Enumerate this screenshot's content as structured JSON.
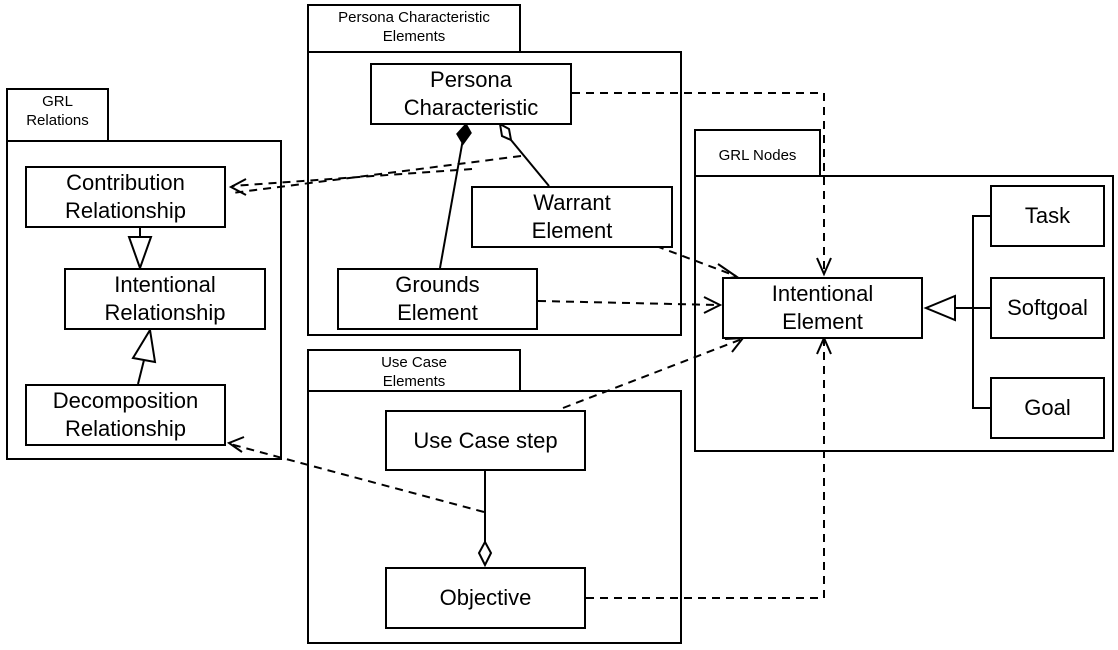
{
  "packages": {
    "grl_relations": "GRL\nRelations",
    "persona_elements": "Persona Characteristic\nElements",
    "use_case_elements": "Use Case\nElements",
    "grl_nodes": "GRL Nodes"
  },
  "nodes": {
    "contribution": "Contribution\nRelationship",
    "intentional_relationship": "Intentional\nRelationship",
    "decomposition": "Decomposition\nRelationship",
    "persona_characteristic": "Persona\nCharacteristic",
    "warrant": "Warrant\nElement",
    "grounds": "Grounds\nElement",
    "use_case_step": "Use Case step",
    "objective": "Objective",
    "intentional_element": "Intentional\nElement",
    "task": "Task",
    "softgoal": "Softgoal",
    "goal": "Goal"
  },
  "relationships": [
    {
      "from": "persona_characteristic",
      "to": "intentional_element",
      "kind": "dependency"
    },
    {
      "from": "persona_characteristic",
      "to": "contribution",
      "kind": "dependency"
    },
    {
      "from": "warrant",
      "to": "contribution",
      "kind": "dependency"
    },
    {
      "from": "warrant",
      "to": "intentional_element",
      "kind": "dependency"
    },
    {
      "from": "grounds",
      "to": "intentional_element",
      "kind": "dependency"
    },
    {
      "from": "use_case_step",
      "to": "intentional_element",
      "kind": "dependency"
    },
    {
      "from": "objective",
      "to": "intentional_element",
      "kind": "dependency"
    },
    {
      "from": "objective",
      "to": "decomposition",
      "kind": "dependency"
    },
    {
      "from": "contribution",
      "to": "intentional_relationship",
      "kind": "generalization"
    },
    {
      "from": "decomposition",
      "to": "intentional_relationship",
      "kind": "generalization"
    },
    {
      "from": "task",
      "to": "intentional_element",
      "kind": "generalization"
    },
    {
      "from": "softgoal",
      "to": "intentional_element",
      "kind": "generalization"
    },
    {
      "from": "goal",
      "to": "intentional_element",
      "kind": "generalization"
    },
    {
      "from": "persona_characteristic",
      "to": "grounds",
      "kind": "composition"
    },
    {
      "from": "persona_characteristic",
      "to": "warrant",
      "kind": "aggregation"
    },
    {
      "from": "objective",
      "to": "use_case_step",
      "kind": "aggregation"
    }
  ]
}
